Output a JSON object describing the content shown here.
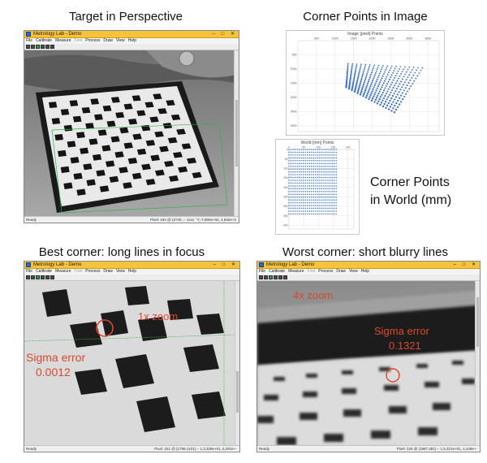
{
  "captions": {
    "top_left": "Target in Perspective",
    "top_right": "Corner Points in Image",
    "side_line1": "Corner Points",
    "side_line2": "in World (mm)",
    "bottom_left": "Best corner: long lines in focus",
    "bottom_right": "Worst corner: short blurry lines"
  },
  "app": {
    "title": "Metrology Lab - Demo",
    "window_controls": "–  □  ✕",
    "menu": [
      "File",
      "Calibrate",
      "Measure",
      "Find",
      "Process",
      "Draw",
      "View",
      "Help"
    ],
    "menu_disabled": [
      "Find"
    ],
    "status_ready": "Ready"
  },
  "panels": {
    "top": {
      "readout": "Pixel: 194 @ (2740, ⌐ 1xxx ⁻¹(–7,800e+02, 4,632e+2"
    },
    "best": {
      "readout": "Pixel: 241 @ (1799,1421) ⌐ 1,3,328e+01, 6,291e+·",
      "zoom_label": "1x zoom",
      "sigma_label": "Sigma error",
      "sigma_value": "0.0012"
    },
    "worst": {
      "readout": "Pixel: 226 @ (1987,381) ⌐ 1,5,321e+01, 4,449e+·",
      "zoom_label": "4x zoom",
      "sigma_label": "Sigma error",
      "sigma_value": "0.1321"
    }
  },
  "chart_data": [
    {
      "type": "scatter",
      "title": "Image [pixel] Points",
      "x_ticks": [
        "500",
        "1000",
        "1500",
        "2000",
        "2500",
        "3000",
        "3500"
      ],
      "y_ticks": [
        "500",
        "1000",
        "1500",
        "2000",
        "2500",
        "3000"
      ],
      "grid": true,
      "grid_rows": 18,
      "grid_cols": 18,
      "corners": {
        "far_left": [
          1350,
          810
        ],
        "far_right": [
          3350,
          960
        ],
        "near_left": [
          1300,
          1640
        ],
        "near_right": [
          2600,
          2520
        ]
      },
      "color": "#3a6fcf"
    },
    {
      "type": "scatter",
      "title": "World [mm] Points",
      "x_ticks": [
        "0",
        "50",
        "100",
        "150",
        "200"
      ],
      "y_ticks": [
        "0",
        "50",
        "100",
        "150",
        "200",
        "250",
        "300",
        "350",
        "400"
      ],
      "grid": true,
      "grid_rows": 24,
      "grid_cols": 24,
      "x_range": [
        0,
        160
      ],
      "y_range": [
        0,
        340
      ],
      "color": "#3a6fcf"
    }
  ]
}
